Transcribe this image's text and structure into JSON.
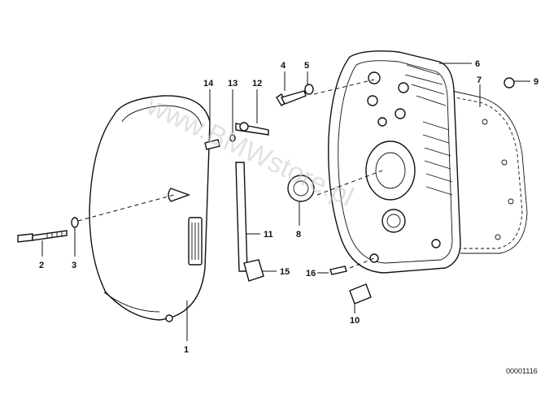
{
  "watermark": "www.BMWstore.pl",
  "catalog_number": "00001116",
  "callouts": [
    {
      "id": "c1",
      "label": "1"
    },
    {
      "id": "c2",
      "label": "2"
    },
    {
      "id": "c3",
      "label": "3"
    },
    {
      "id": "c4",
      "label": "4"
    },
    {
      "id": "c5",
      "label": "5"
    },
    {
      "id": "c6",
      "label": "6"
    },
    {
      "id": "c7",
      "label": "7"
    },
    {
      "id": "c8",
      "label": "8"
    },
    {
      "id": "c9",
      "label": "9"
    },
    {
      "id": "c10",
      "label": "10"
    },
    {
      "id": "c11",
      "label": "11"
    },
    {
      "id": "c12",
      "label": "12"
    },
    {
      "id": "c13",
      "label": "13"
    },
    {
      "id": "c14",
      "label": "14"
    },
    {
      "id": "c15",
      "label": "15"
    },
    {
      "id": "c16",
      "label": "16"
    }
  ]
}
